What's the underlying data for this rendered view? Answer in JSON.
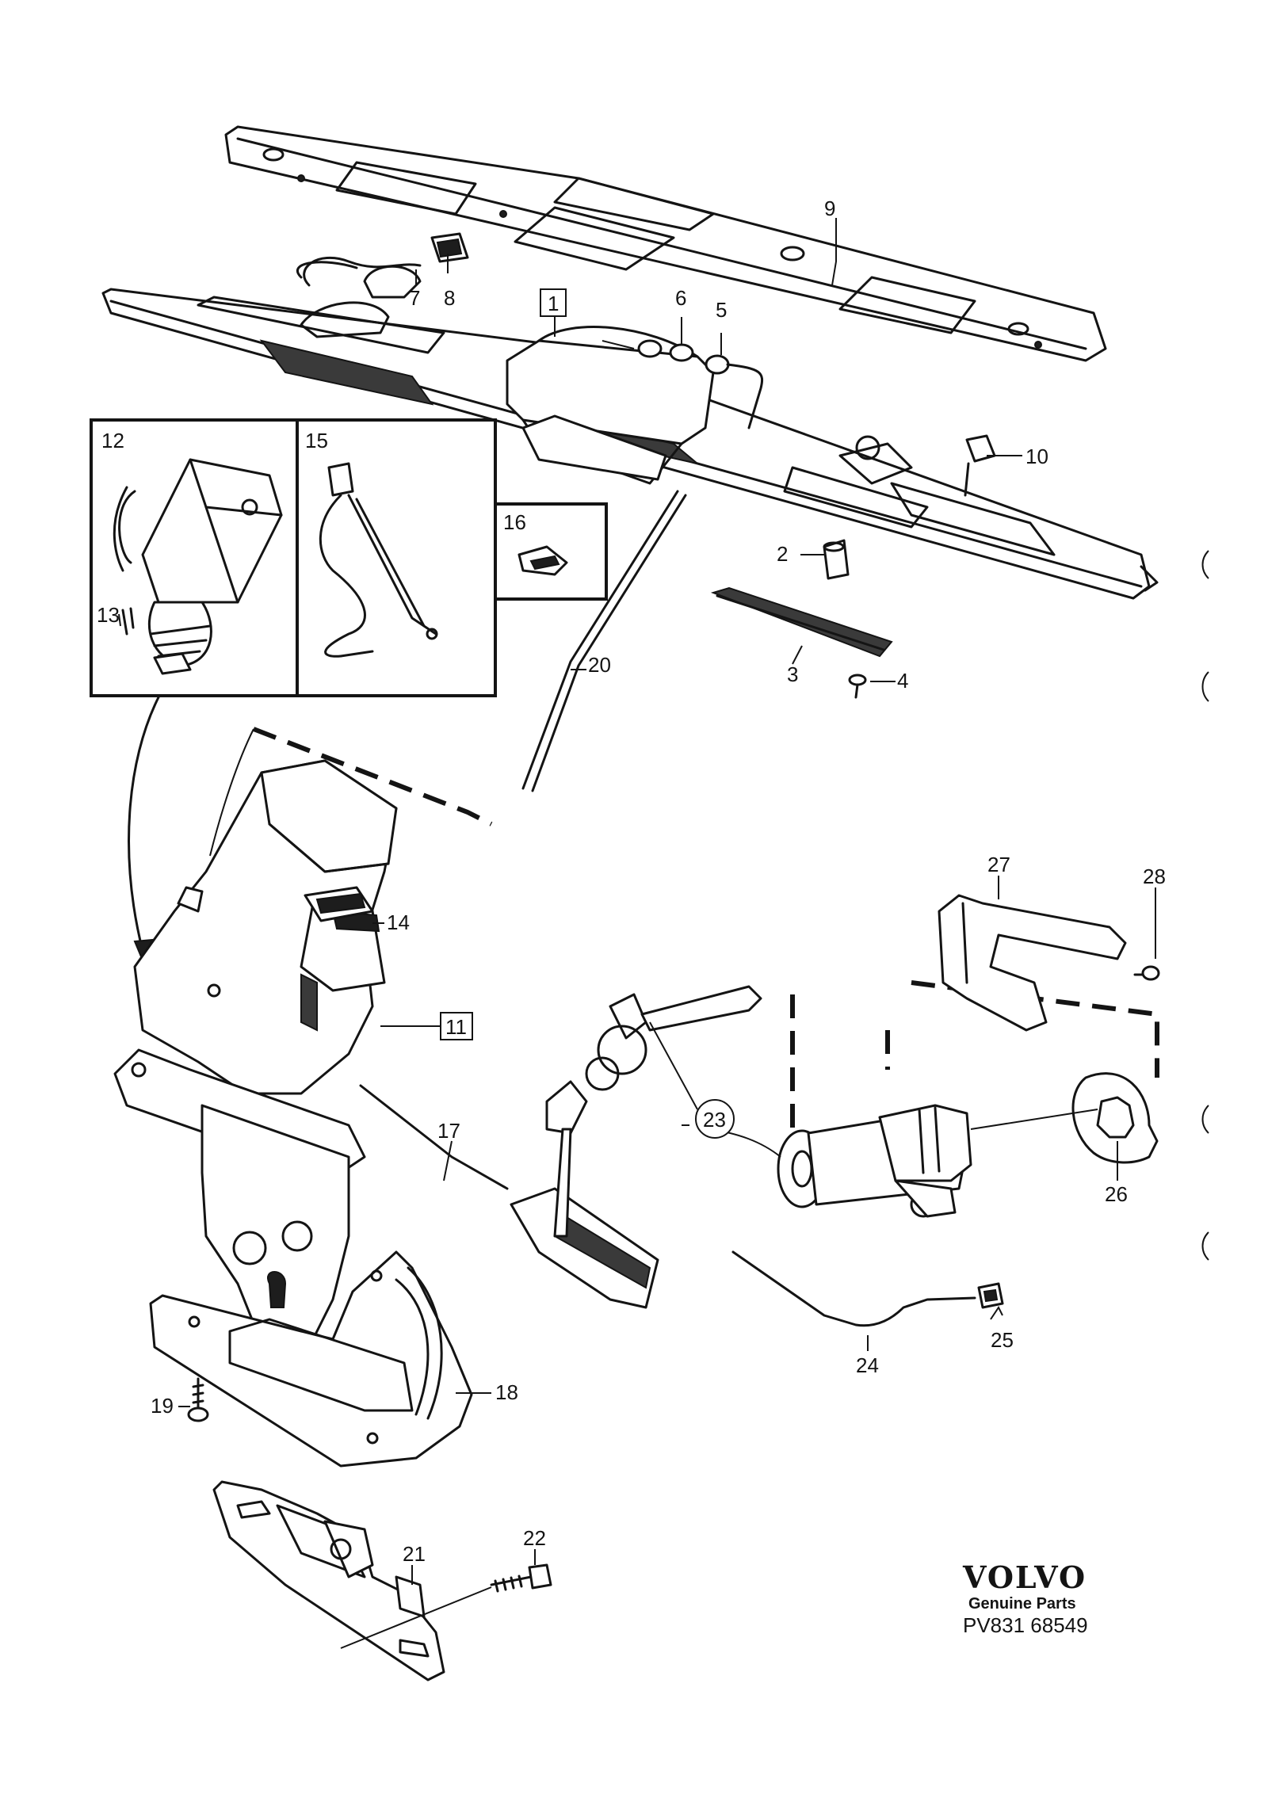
{
  "labels": {
    "p1": "1",
    "p2": "2",
    "p3": "3",
    "p4": "4",
    "p5": "5",
    "p6": "6",
    "p7": "7",
    "p8": "8",
    "p9": "9",
    "p10": "10",
    "p11": "11",
    "p12": "12",
    "p13": "13",
    "p14": "14",
    "p15": "15",
    "p16": "16",
    "p17": "17",
    "p18": "18",
    "p19": "19",
    "p20": "20",
    "p21": "21",
    "p22": "22",
    "p23": "23",
    "p24": "24",
    "p25": "25",
    "p26": "26",
    "p27": "27",
    "p28": "28"
  },
  "brand": {
    "name": "VOLVO",
    "tagline": "Genuine Parts",
    "reference": "PV831 68549"
  }
}
